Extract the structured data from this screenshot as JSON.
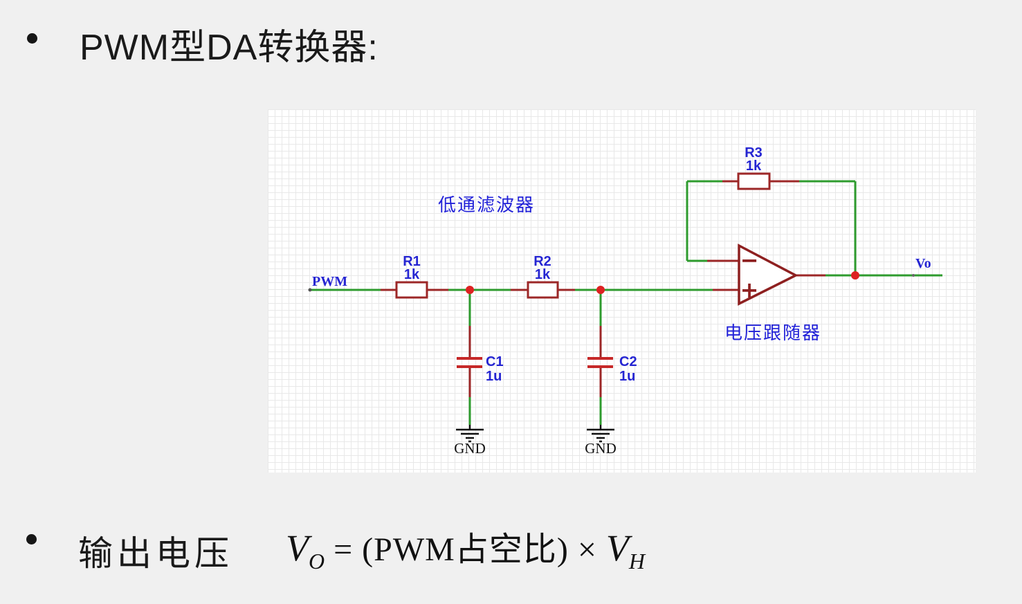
{
  "slide": {
    "background": "#f0f0f0",
    "title_bullet": "•",
    "title": "PWM型DA转换器:",
    "output_bullet": "•",
    "output_label": "输出电压",
    "formula": {
      "lhs_var": "V",
      "lhs_sub": "O",
      "body": " = (PWM占空比) × ",
      "rhs_var": "V",
      "rhs_sub": "H"
    }
  },
  "circuit": {
    "background": "#ffffff",
    "grid_color": "#e8e8e8",
    "wire_color": "#2e9b2e",
    "component_color": "#9c2727",
    "junction_color": "#dd2222",
    "label_color": "#2525d2",
    "annotations": {
      "lowpass_filter": "低通滤波器",
      "voltage_follower": "电压跟随器"
    },
    "nets": {
      "input": "PWM",
      "output": "Vo",
      "gnd1": "GND",
      "gnd2": "GND"
    },
    "components": {
      "r1": {
        "ref": "R1",
        "value": "1k"
      },
      "r2": {
        "ref": "R2",
        "value": "1k"
      },
      "r3": {
        "ref": "R3",
        "value": "1k"
      },
      "c1": {
        "ref": "C1",
        "value": "1u"
      },
      "c2": {
        "ref": "C2",
        "value": "1u"
      }
    },
    "opamp": {
      "inverting_input": "−",
      "noninverting_input": "+"
    }
  }
}
